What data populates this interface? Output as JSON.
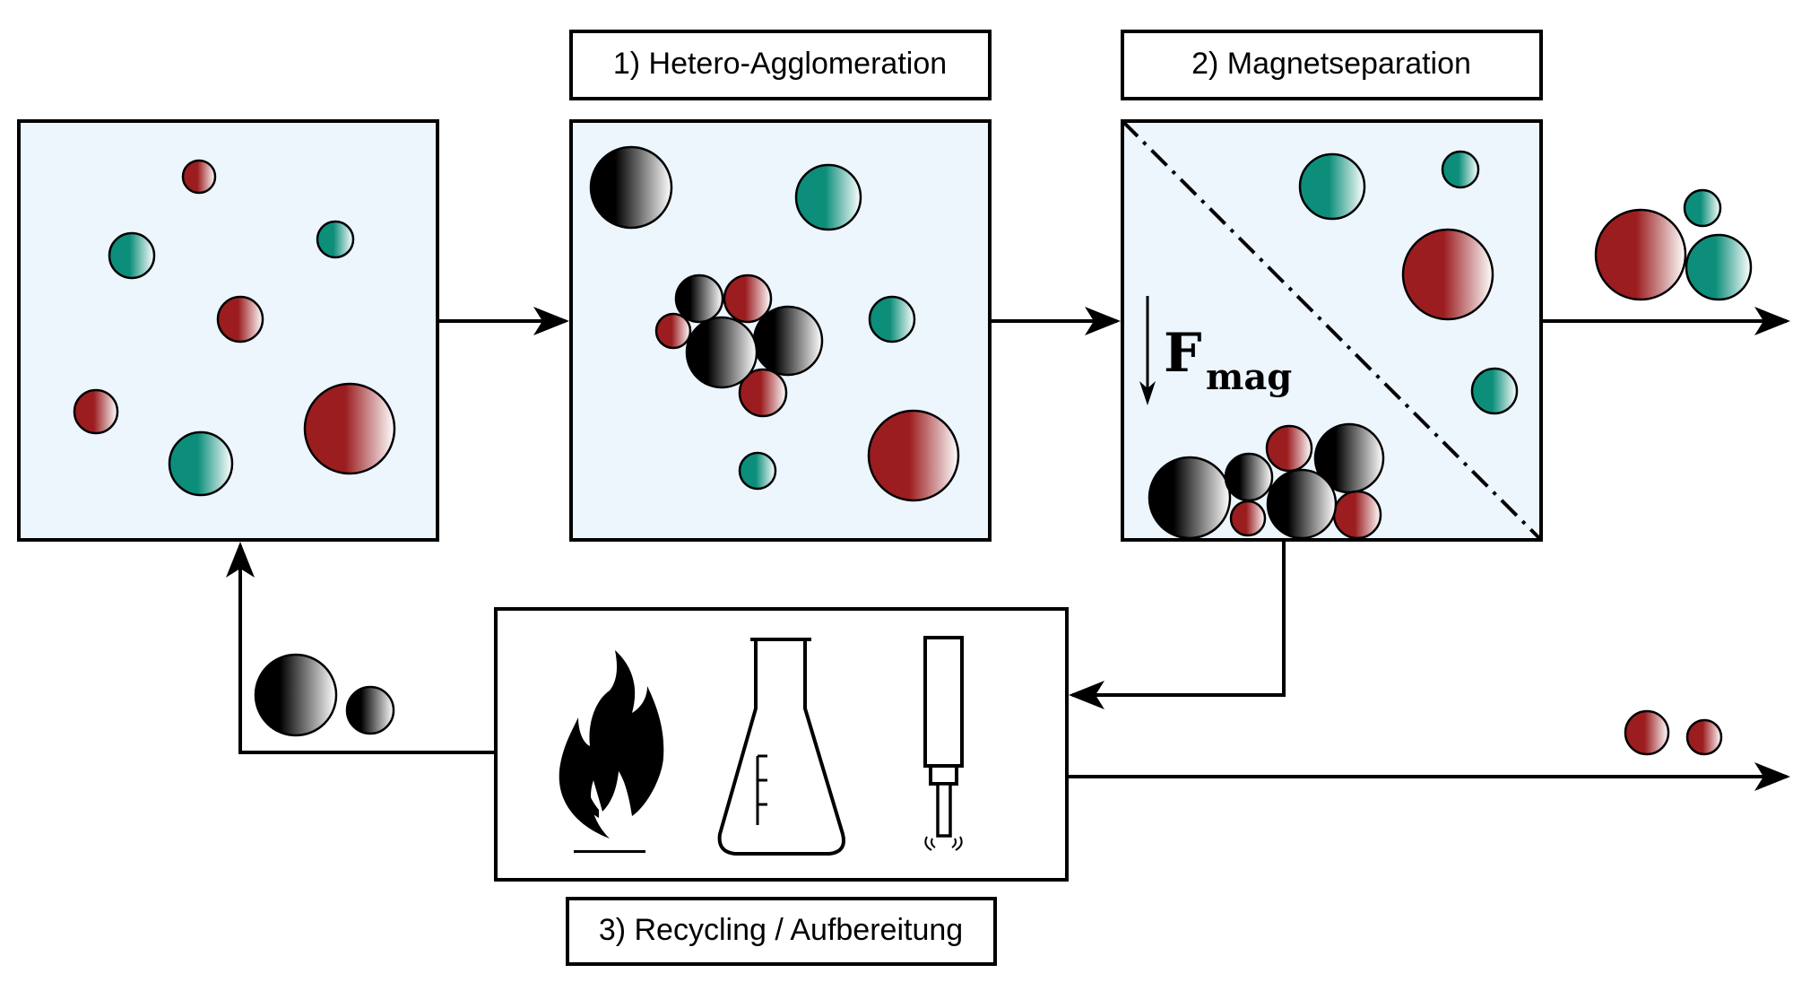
{
  "steps": {
    "agglomeration": "1) Hetero-Agglomeration",
    "separation": "2) Magnetseparation",
    "recycling": "3) Recycling / Aufbereitung"
  },
  "force": {
    "symbol": "F",
    "subscript": "mag"
  },
  "colors": {
    "panel_fill": "#edf5fd",
    "stroke": "#000000",
    "teal": "#0c8e7a",
    "red": "#9b1d20",
    "black": "#000000",
    "light": "#ffffff"
  },
  "recycling_icons": [
    "flame-icon",
    "erlenmeyer-flask-icon",
    "ultrasonic-probe-icon"
  ]
}
